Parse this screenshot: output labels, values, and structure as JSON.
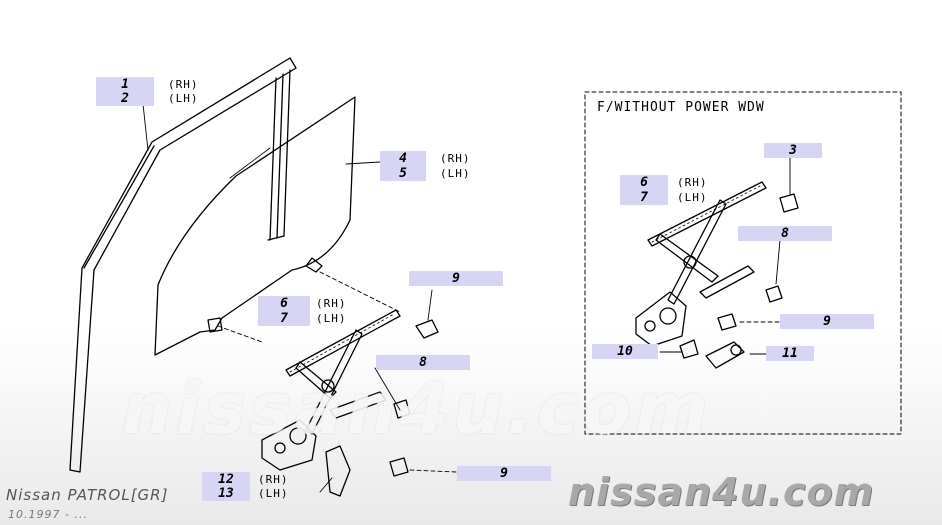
{
  "inset": {
    "title": "F/WITHOUT POWER WDW"
  },
  "parts": {
    "p1": "1",
    "p2": "2",
    "p4": "4",
    "p5": "5",
    "p6": "6",
    "p7": "7",
    "p8": "8",
    "p9a": "9",
    "p9b": "9",
    "p12": "12",
    "p13": "13"
  },
  "inset_parts": {
    "p3": "3",
    "p6": "6",
    "p7": "7",
    "p8": "8",
    "p9": "9",
    "p10": "10",
    "p11": "11"
  },
  "side": {
    "rh": "(RH)",
    "lh": "(LH)"
  },
  "footer": {
    "watermark_center": "nissan4u.com",
    "logo": "nissan4u.com",
    "model": "Nissan PATROL[GR]",
    "date": "10.1997 - ..."
  },
  "colors": {
    "label_bg": "#d6d6f4",
    "line": "#000000"
  }
}
